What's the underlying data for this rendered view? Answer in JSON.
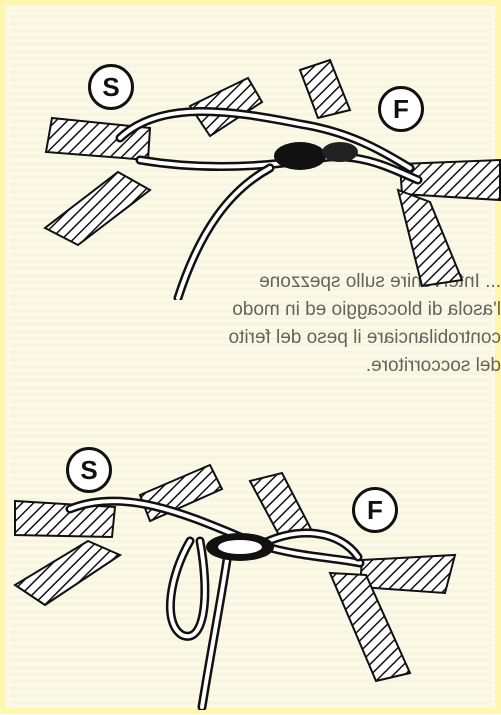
{
  "figure_top": {
    "label_left": "S",
    "label_right": "F"
  },
  "caption": {
    "lines": [
      "... Intervenire sullo spezzone",
      "l'asola di bloccaggio ed in modo",
      "controbilanciare il peso del ferito",
      "del soccorritore."
    ]
  },
  "figure_bottom": {
    "label_left": "S",
    "label_right": "F"
  }
}
